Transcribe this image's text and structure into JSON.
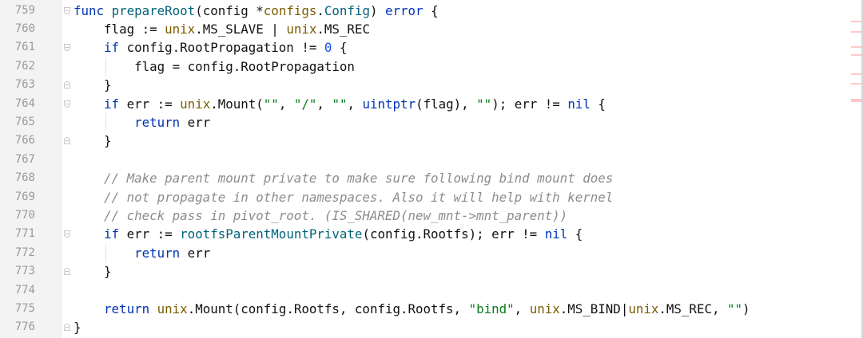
{
  "editor": {
    "colors": {
      "keyword": "#0033b3",
      "function": "#00627a",
      "package": "#7a5c00",
      "string": "#067d17",
      "number": "#1750eb",
      "comment": "#8c8c8c",
      "error_marker": "#ffc9c9"
    },
    "lines": [
      {
        "num": "759",
        "fold": "start",
        "tokens": [
          [
            "func",
            "kw"
          ],
          [
            " ",
            "plain"
          ],
          [
            "prepareRoot",
            "fn"
          ],
          [
            "(config *",
            "plain"
          ],
          [
            "configs",
            "pkg"
          ],
          [
            ".",
            "plain"
          ],
          [
            "Config",
            "type"
          ],
          [
            ") ",
            "plain"
          ],
          [
            "error",
            "kw"
          ],
          [
            " {",
            "plain"
          ]
        ]
      },
      {
        "num": "760",
        "tokens": [
          [
            "    flag := ",
            "plain"
          ],
          [
            "unix",
            "pkg"
          ],
          [
            ".MS_SLAVE | ",
            "plain"
          ],
          [
            "unix",
            "pkg"
          ],
          [
            ".MS_REC",
            "plain"
          ]
        ]
      },
      {
        "num": "761",
        "fold": "start",
        "tokens": [
          [
            "    ",
            "plain"
          ],
          [
            "if",
            "kw"
          ],
          [
            " config.RootPropagation != ",
            "plain"
          ],
          [
            "0",
            "num"
          ],
          [
            " {",
            "plain"
          ]
        ]
      },
      {
        "num": "762",
        "guide": true,
        "tokens": [
          [
            "        flag = config.RootPropagation",
            "plain"
          ]
        ]
      },
      {
        "num": "763",
        "fold": "end",
        "tokens": [
          [
            "    }",
            "plain"
          ]
        ]
      },
      {
        "num": "764",
        "fold": "start",
        "tokens": [
          [
            "    ",
            "plain"
          ],
          [
            "if",
            "kw"
          ],
          [
            " err := ",
            "plain"
          ],
          [
            "unix",
            "pkg"
          ],
          [
            ".Mount(",
            "plain"
          ],
          [
            "\"\"",
            "str"
          ],
          [
            ", ",
            "plain"
          ],
          [
            "\"/\"",
            "str"
          ],
          [
            ", ",
            "plain"
          ],
          [
            "\"\"",
            "str"
          ],
          [
            ", ",
            "plain"
          ],
          [
            "uintptr",
            "kw"
          ],
          [
            "(flag), ",
            "plain"
          ],
          [
            "\"\"",
            "str"
          ],
          [
            "); err != ",
            "plain"
          ],
          [
            "nil",
            "kw"
          ],
          [
            " {",
            "plain"
          ]
        ]
      },
      {
        "num": "765",
        "guide": true,
        "tokens": [
          [
            "        ",
            "plain"
          ],
          [
            "return",
            "kw"
          ],
          [
            " err",
            "plain"
          ]
        ]
      },
      {
        "num": "766",
        "fold": "end",
        "tokens": [
          [
            "    }",
            "plain"
          ]
        ]
      },
      {
        "num": "767",
        "tokens": []
      },
      {
        "num": "768",
        "tokens": [
          [
            "    ",
            "plain"
          ],
          [
            "// Make parent mount private to make sure following bind mount does",
            "cmt"
          ]
        ]
      },
      {
        "num": "769",
        "tokens": [
          [
            "    ",
            "plain"
          ],
          [
            "// not propagate in other namespaces. Also it will help with kernel",
            "cmt"
          ]
        ]
      },
      {
        "num": "770",
        "tokens": [
          [
            "    ",
            "plain"
          ],
          [
            "// check pass in pivot_root. (IS_SHARED(new_mnt->mnt_parent))",
            "cmt"
          ]
        ]
      },
      {
        "num": "771",
        "fold": "start",
        "tokens": [
          [
            "    ",
            "plain"
          ],
          [
            "if",
            "kw"
          ],
          [
            " err := ",
            "plain"
          ],
          [
            "rootfsParentMountPrivate",
            "fn"
          ],
          [
            "(config.Rootfs); err != ",
            "plain"
          ],
          [
            "nil",
            "kw"
          ],
          [
            " {",
            "plain"
          ]
        ]
      },
      {
        "num": "772",
        "guide": true,
        "tokens": [
          [
            "        ",
            "plain"
          ],
          [
            "return",
            "kw"
          ],
          [
            " err",
            "plain"
          ]
        ]
      },
      {
        "num": "773",
        "fold": "end",
        "tokens": [
          [
            "    }",
            "plain"
          ]
        ]
      },
      {
        "num": "774",
        "tokens": []
      },
      {
        "num": "775",
        "tokens": [
          [
            "    ",
            "plain"
          ],
          [
            "return",
            "kw"
          ],
          [
            " ",
            "plain"
          ],
          [
            "unix",
            "pkg"
          ],
          [
            ".Mount(config.Rootfs, config.Rootfs, ",
            "plain"
          ],
          [
            "\"bind\"",
            "str"
          ],
          [
            ", ",
            "plain"
          ],
          [
            "unix",
            "pkg"
          ],
          [
            ".MS_BIND|",
            "plain"
          ],
          [
            "unix",
            "pkg"
          ],
          [
            ".MS_REC, ",
            "plain"
          ],
          [
            "\"\"",
            "str"
          ],
          [
            ")",
            "plain"
          ]
        ]
      },
      {
        "num": "776",
        "fold": "end",
        "tokens": [
          [
            "}",
            "plain"
          ]
        ]
      }
    ]
  }
}
